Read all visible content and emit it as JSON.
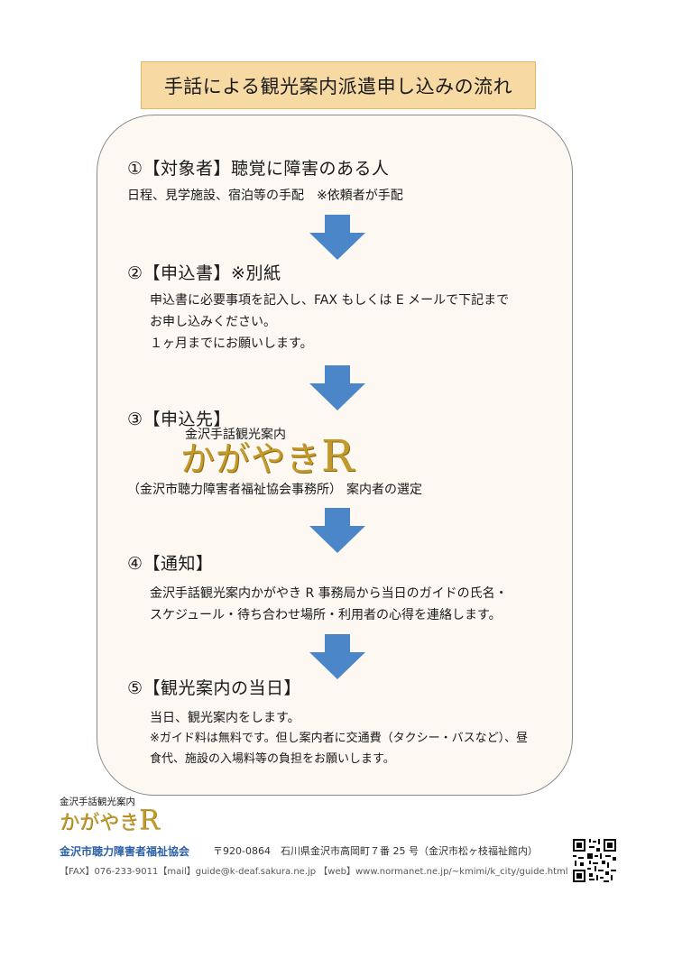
{
  "title": "手話による観光案内派遣申し込みの流れ",
  "steps": {
    "s1": {
      "heading": "①【対象者】聴覚に障害のある人",
      "line1": "日程、見学施設、宿泊等の手配　※依頼者が手配"
    },
    "s2": {
      "heading": "②【申込書】※別紙",
      "line1": "申込書に必要事項を記入し、FAX もしくは E メールで下記まで",
      "line2": "お申し込みください。",
      "line3": "１ヶ月までにお願いします。"
    },
    "s3": {
      "heading": "③【申込先】",
      "label": "金沢手話観光案内",
      "brand": "かがやき",
      "brand_r": "R",
      "org": "（金沢市聴力障害者福祉協会事務所）",
      "selection": "案内者の選定"
    },
    "s4": {
      "heading": "④【通知】",
      "line1": "金沢手話観光案内かがやき R 事務局から当日のガイドの氏名・",
      "line2": "スケジュール・待ち合わせ場所・利用者の心得を連絡します。"
    },
    "s5": {
      "heading": "⑤【観光案内の当日】",
      "line1": "当日、観光案内をします。",
      "line2": "※ガイド料は無料です。但し案内者に交通費（タクシー・バスなど）、昼",
      "line3": "食代、施設の入場料等の負担をお願いします。"
    }
  },
  "footer": {
    "label": "金沢手話観光案内",
    "brand": "かがやき",
    "brand_r": "R",
    "org": "金沢市聴力障害者福祉協会",
    "address": "〒920-0864　石川県金沢市高岡町７番 25 号（金沢市松ヶ枝福祉館内）",
    "contact": "【FAX】076-233-9011【mail】guide@k-deaf.sakura.ne.jp 【web】www.normanet.ne.jp/~kmimi/k_city/guide.html"
  },
  "colors": {
    "title_bg": "#f7d9a3",
    "arrow": "#4a86c8",
    "brand_gold": "#c39a2a",
    "org_blue": "#2b5fa6"
  },
  "icons": [
    "down-arrow-icon",
    "qr-code-icon"
  ]
}
